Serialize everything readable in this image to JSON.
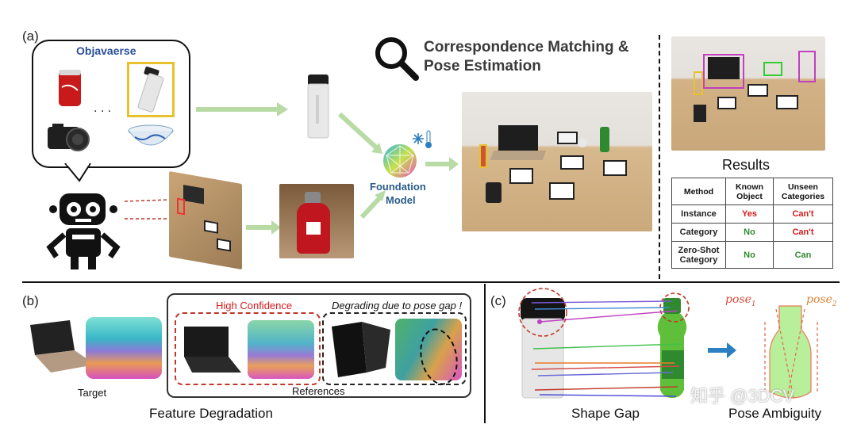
{
  "panel_a": {
    "label": "(a)",
    "dataset_title": "Objavaerse",
    "ellipsis": ". . .",
    "heading_line1": "Correspondence Matching &",
    "heading_line2": "Pose Estimation",
    "foundation_line1": "Foundation",
    "foundation_line2": "Model",
    "results_title": "Results",
    "table": {
      "headers": [
        "Method",
        "Known Object",
        "Unseen Categories"
      ],
      "rows": [
        {
          "method": "Instance",
          "known": "Yes",
          "unseen": "Can't"
        },
        {
          "method": "Category",
          "known": "No",
          "unseen": "Can't"
        },
        {
          "method": "Zero-Shot Category",
          "known": "No",
          "unseen": "Can"
        }
      ]
    }
  },
  "panel_b": {
    "label": "(b)",
    "target_label": "Target",
    "high_confidence": "High Confidence",
    "degrading": "Degrading due to pose gap !",
    "references": "References",
    "caption": "Feature Degradation"
  },
  "panel_c": {
    "label": "(c)",
    "pose1": "pose",
    "pose1_sub": "1",
    "pose2": "pose",
    "pose2_sub": "2",
    "caption_left": "Shape Gap",
    "caption_right": "Pose Ambiguity",
    "watermark": "知乎 @3DCV"
  },
  "colors": {
    "red": "#d11a1a",
    "green": "#2f8a2f",
    "arrow_green": "#b8dba6",
    "blue_arrow": "#2c7fc0",
    "yellow": "#e8c22c"
  }
}
